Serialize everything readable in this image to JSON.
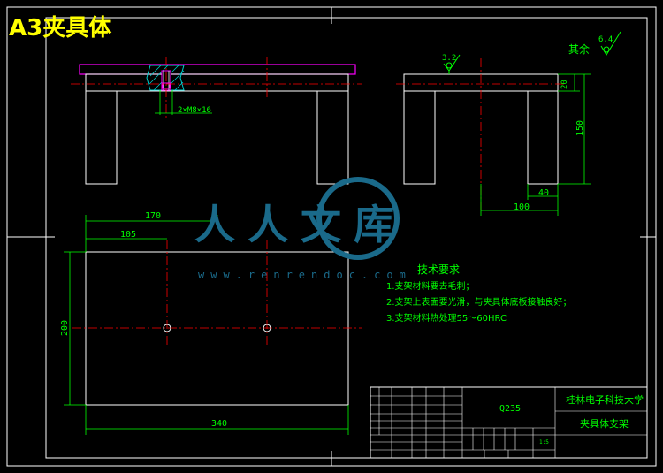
{
  "header_title": "A3夹具体",
  "roughness": {
    "general_label": "其余",
    "general_value": "6.4",
    "face_value": "3.2"
  },
  "dimensions": {
    "holes": "2×M8×16",
    "height_150": "150",
    "thickness_20": "20",
    "foot_40": "40",
    "width_100": "100",
    "d170": "170",
    "d105": "105",
    "d200": "200",
    "d340": "340"
  },
  "technical_requirements": {
    "title": "技术要求",
    "items": [
      "1.支架材料要去毛刺；",
      "2.支架上表面要光滑，与夹具体底板接触良好；",
      "3.支架材料热处理55～60HRC"
    ]
  },
  "title_block": {
    "material": "Q235",
    "university": "桂林电子科技大学",
    "part_name": "夹具体支架",
    "scale_label": "1:5"
  },
  "watermark": {
    "text": "人人文库",
    "url": "www.renrendoc.com"
  },
  "colors": {
    "background": "#000000",
    "outline": "#ffffff",
    "dimension": "#00ff00",
    "centerline": "#ff0000",
    "plate": "#ff00ff",
    "header": "#ffff00",
    "hatch": "#00cccc",
    "watermark": "#1a6a8a"
  }
}
